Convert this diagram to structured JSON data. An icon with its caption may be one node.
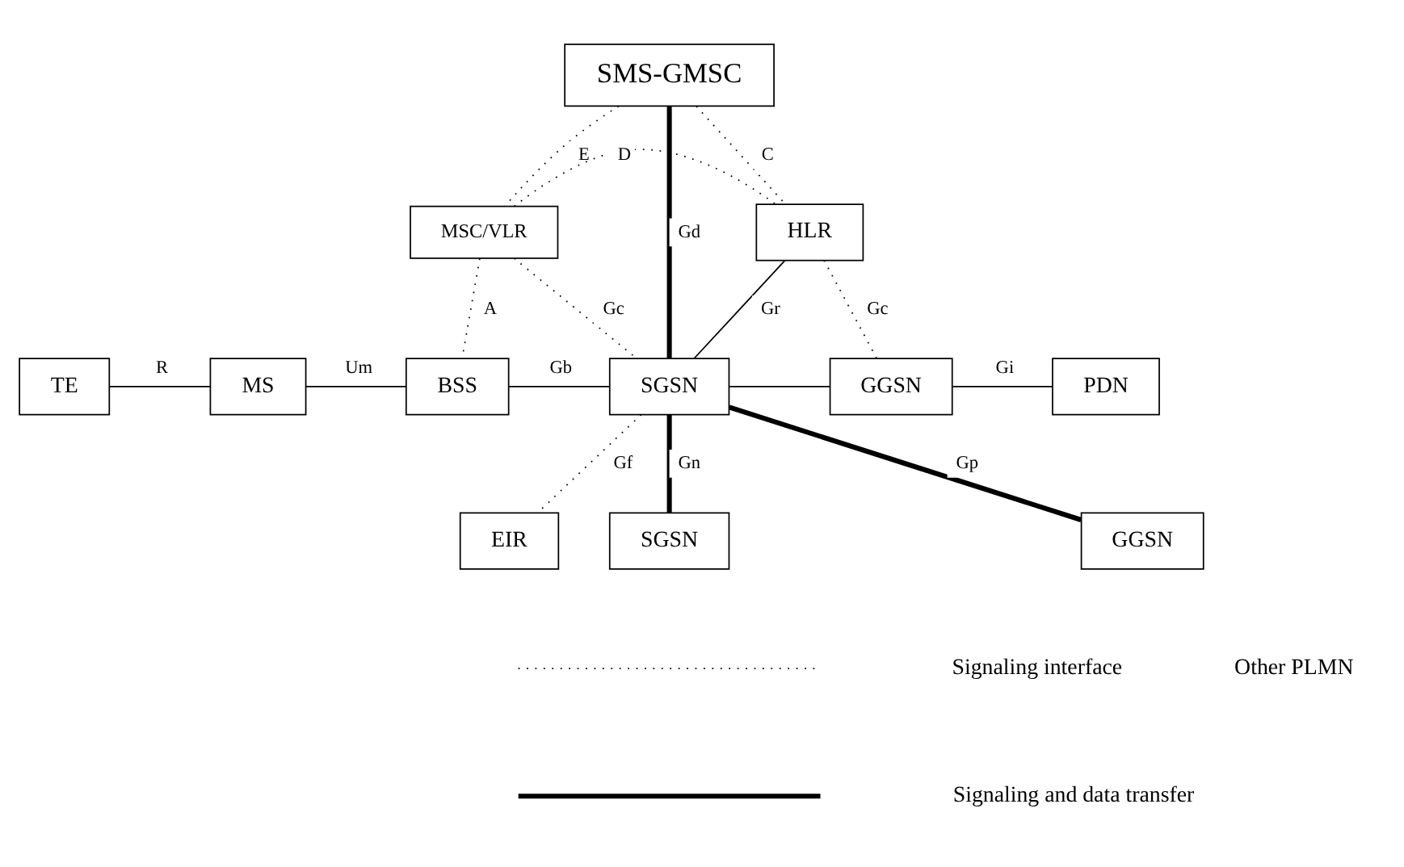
{
  "diagram": {
    "nodes": [
      {
        "text": [
          "SMS-GMSC"
        ]
      },
      {
        "text": [
          "MSC/VLR"
        ]
      },
      {
        "text": [
          "HLR"
        ]
      },
      {
        "text": [
          "TE"
        ]
      },
      {
        "text": [
          "MS"
        ]
      },
      {
        "text": [
          "BSS"
        ]
      },
      {
        "text": [
          "SGSN"
        ]
      },
      {
        "text": [
          "GGSN"
        ]
      },
      {
        "text": [
          "PDN"
        ]
      },
      {
        "text": [
          "EIR"
        ]
      },
      {
        "text": [
          "SGSN"
        ]
      },
      {
        "text": [
          "GGSN"
        ]
      }
    ],
    "edges": [
      {
        "from": 3,
        "to": 4,
        "arrow": "none",
        "label": "R"
      },
      {
        "from": 4,
        "to": 5,
        "arrow": "none",
        "label": "Um"
      },
      {
        "from": 5,
        "to": 6,
        "arrow": "none",
        "label": "Gb"
      },
      {
        "from": 6,
        "to": 7,
        "arrow": "none"
      },
      {
        "from": 7,
        "to": 8,
        "arrow": "none",
        "label": "Gi"
      },
      {
        "from": 0,
        "to": 6,
        "arrow": "none",
        "label": "Gd",
        "style": "thick"
      },
      {
        "from": 0,
        "to": 1,
        "arrow": "none",
        "label": "E",
        "style": "dashed"
      },
      {
        "from": 0,
        "to": 2,
        "arrow": "none",
        "label": "C",
        "style": "dashed"
      },
      {
        "from": 1,
        "to": 2,
        "arrow": "none",
        "label": "D",
        "style": "dashed"
      },
      {
        "from": 1,
        "to": 6,
        "arrow": "none",
        "label": "Gc",
        "style": "dashed"
      },
      {
        "from": 1,
        "to": 5,
        "arrow": "none",
        "label": "A",
        "style": "dashed"
      },
      {
        "from": 2,
        "to": 6,
        "arrow": "none",
        "label": "Gr"
      },
      {
        "from": 2,
        "to": 7,
        "arrow": "none",
        "label": "Gc",
        "style": "dashed"
      },
      {
        "from": 6,
        "to": 9,
        "arrow": "none",
        "label": "Gf",
        "style": "dashed"
      },
      {
        "from": 6,
        "to": 10,
        "arrow": "none",
        "label": "Gn",
        "style": "thick"
      },
      {
        "from": 6,
        "to": 11,
        "arrow": "none",
        "label": "Gp",
        "style": "thick"
      }
    ],
    "labels": [
      "Other PLMN"
    ],
    "legend": [
      {
        "text": "Signaling interface"
      },
      {
        "text": "Signaling and data transfer"
      }
    ]
  }
}
